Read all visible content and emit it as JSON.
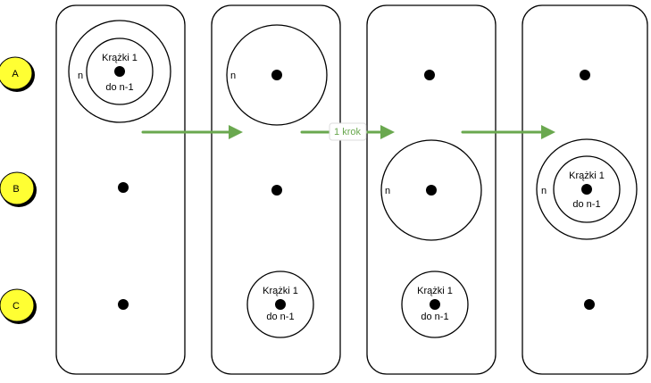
{
  "rows": [
    {
      "label": "A"
    },
    {
      "label": "B"
    },
    {
      "label": "C"
    }
  ],
  "arrow_label": "1 krok",
  "disk_labels": {
    "big": "n",
    "small_line1": "Krążki 1",
    "small_line2": "do n-1"
  },
  "colors": {
    "row_badge_fill": "#ffff33",
    "arrow": "#6aa84f",
    "stroke": "#000000"
  }
}
